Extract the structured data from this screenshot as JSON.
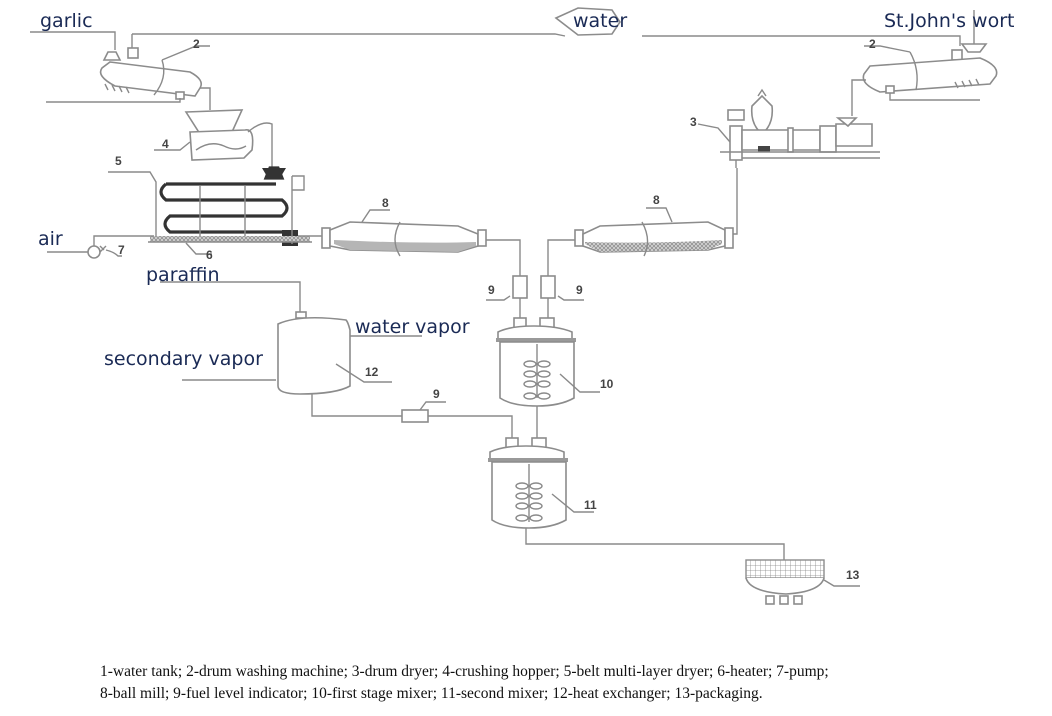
{
  "diagram": {
    "title": "Garlic and St. John's wort processing flow",
    "inputs": {
      "garlic": "garlic",
      "water": "water",
      "st_johns_wort": "St.John's wort",
      "air": "air",
      "paraffin": "paraffin",
      "water_vapor": "water vapor",
      "secondary_vapor": "secondary vapor"
    },
    "numbers": {
      "n2_left": "2",
      "n2_right": "2",
      "n3": "3",
      "n4": "4",
      "n5": "5",
      "n6": "6",
      "n7": "7",
      "n8_left": "8",
      "n8_right": "8",
      "n9_left": "9",
      "n9_right": "9",
      "n9_bottom": "9",
      "n10": "10",
      "n11": "11",
      "n12": "12",
      "n13": "13"
    },
    "legend": [
      {
        "id": "1",
        "name": "water tank"
      },
      {
        "id": "2",
        "name": "drum washing machine"
      },
      {
        "id": "3",
        "name": "drum dryer"
      },
      {
        "id": "4",
        "name": "crushing hopper"
      },
      {
        "id": "5",
        "name": "belt multi-layer dryer"
      },
      {
        "id": "6",
        "name": "heater"
      },
      {
        "id": "7",
        "name": "pump"
      },
      {
        "id": "8",
        "name": "ball mill"
      },
      {
        "id": "9",
        "name": "fuel level indicator"
      },
      {
        "id": "10",
        "name": "first stage mixer"
      },
      {
        "id": "11",
        "name": "second mixer"
      },
      {
        "id": "12",
        "name": "heat exchanger"
      },
      {
        "id": "13",
        "name": "packaging"
      }
    ],
    "caption": {
      "line1": "1-water tank; 2-drum washing machine; 3-drum dryer; 4-crushing hopper; 5-belt multi-layer dryer; 6-heater; 7-pump;",
      "line2": "8-ball mill; 9-fuel level indicator; 10-first stage mixer; 11-second mixer; 12-heat exchanger; 13-packaging."
    }
  }
}
